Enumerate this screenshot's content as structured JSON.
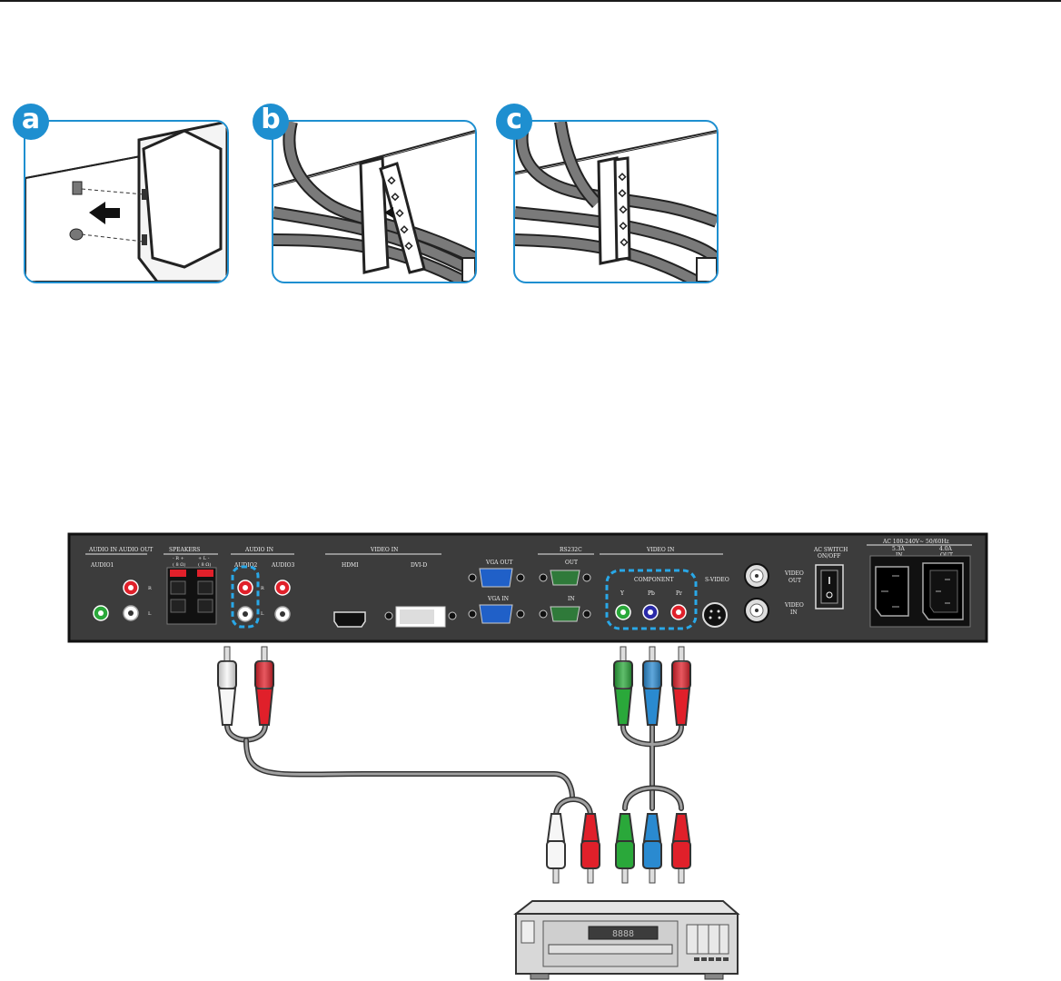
{
  "steps": [
    {
      "badge": "a"
    },
    {
      "badge": "b"
    },
    {
      "badge": "c"
    }
  ],
  "panel": {
    "audio_in_audio_out": "AUDIO IN AUDIO OUT",
    "audio1": "AUDIO1",
    "speakers": "SPEAKERS",
    "speakers_r": "- R +",
    "speakers_l": "+ L -",
    "ohm_r": "( 8 Ω)",
    "ohm_l": "( 8 Ω)",
    "audio_in": "AUDIO IN",
    "audio2": "AUDIO2",
    "audio3": "AUDIO3",
    "r": "R",
    "l": "L",
    "r2": "R",
    "l2": "L",
    "video_in_1": "VIDEO IN",
    "hdmi": "HDMI",
    "dvid": "DVI-D",
    "vga_out": "VGA OUT",
    "vga_in": "VGA IN",
    "rs232c": "RS232C",
    "out": "OUT",
    "in": "IN",
    "video_in_2": "VIDEO IN",
    "component": "COMPONENT",
    "y": "Y",
    "pb": "Pb",
    "pr": "Pr",
    "svideo": "S-VIDEO",
    "video_out_1": "VIDEO",
    "video_out_2": "OUT",
    "video_in_v1": "VIDEO",
    "video_in_v2": "IN",
    "ac_switch_1": "AC SWITCH",
    "ac_switch_2": "ON/OFF",
    "ac_rating": "AC 100-240V~ 50/60Hz",
    "ac_in_amp": "5.3A",
    "ac_in": "IN",
    "ac_out_amp": "4.0A",
    "ac_out": "OUT"
  },
  "player": {
    "display": "8888"
  },
  "colors": {
    "accent_blue": "#1e8fd0",
    "panel": "#3c3c3c",
    "jack_red": "#e0202a",
    "jack_white": "#ffffff",
    "jack_green": "#2aa83a",
    "jack_blue": "#2060c8",
    "cable": "#8a8a8a"
  }
}
